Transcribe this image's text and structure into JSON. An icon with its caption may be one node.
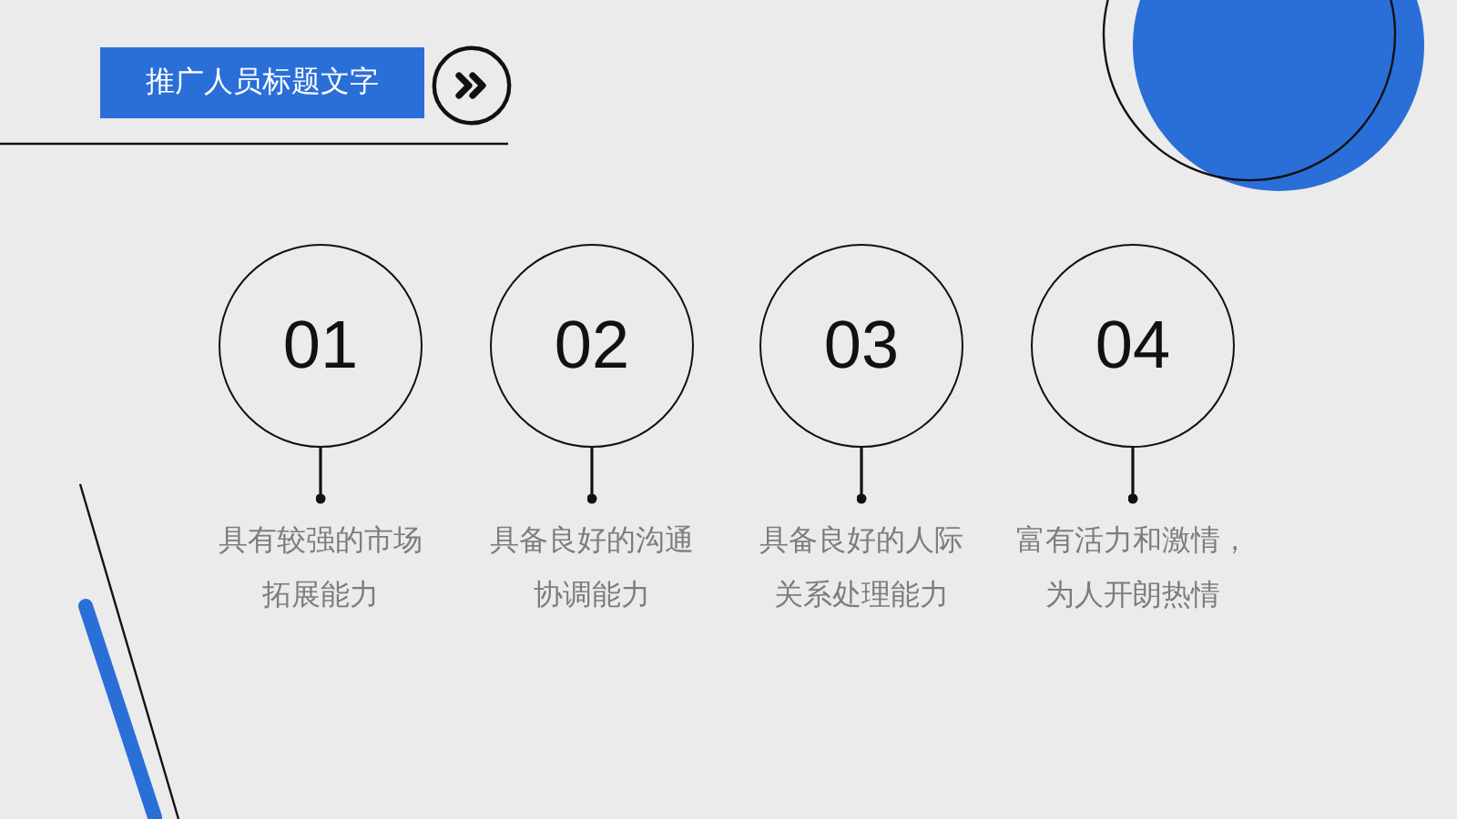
{
  "diagram": {
    "nodes": [
      {
        "text": [
          "推广人员标题文字"
        ]
      },
      {
        "text": [
          "01"
        ]
      },
      {
        "text": [
          "02"
        ]
      },
      {
        "text": [
          "03"
        ]
      },
      {
        "text": [
          "04"
        ]
      },
      {
        "text": [
          "具有较强的市场拓展能力"
        ]
      },
      {
        "text": [
          "具备良好的沟通协调能力"
        ]
      },
      {
        "text": [
          "具备良好的人际关系处理能力"
        ]
      },
      {
        "text": [
          "富有活力和激情，为人开朗热情"
        ]
      }
    ],
    "edges": [
      {
        "from": 1,
        "to": 5,
        "arrow": "other"
      },
      {
        "from": 2,
        "to": 6,
        "arrow": "other"
      },
      {
        "from": 3,
        "to": 7,
        "arrow": "other"
      },
      {
        "from": 4,
        "to": 8,
        "arrow": "other"
      }
    ]
  }
}
